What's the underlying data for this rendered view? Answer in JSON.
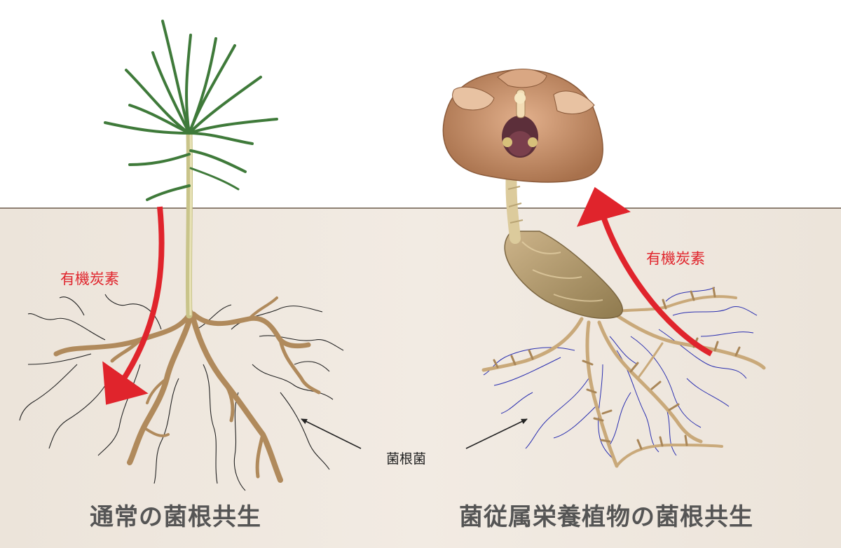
{
  "labels": {
    "carbon_left": "有機炭素",
    "carbon_right": "有機炭素",
    "fungus": "菌根菌"
  },
  "captions": {
    "left": "通常の菌根共生",
    "right": "菌従属栄養植物の菌根共生"
  },
  "colors": {
    "soil": "#f0e8df",
    "root": "#b08a5c",
    "hyphae_left": "#222222",
    "hyphae_right": "#2a2fb0",
    "arrow": "#e0242c",
    "leaf": "#3f7a3a",
    "flower": "#c8906a"
  }
}
